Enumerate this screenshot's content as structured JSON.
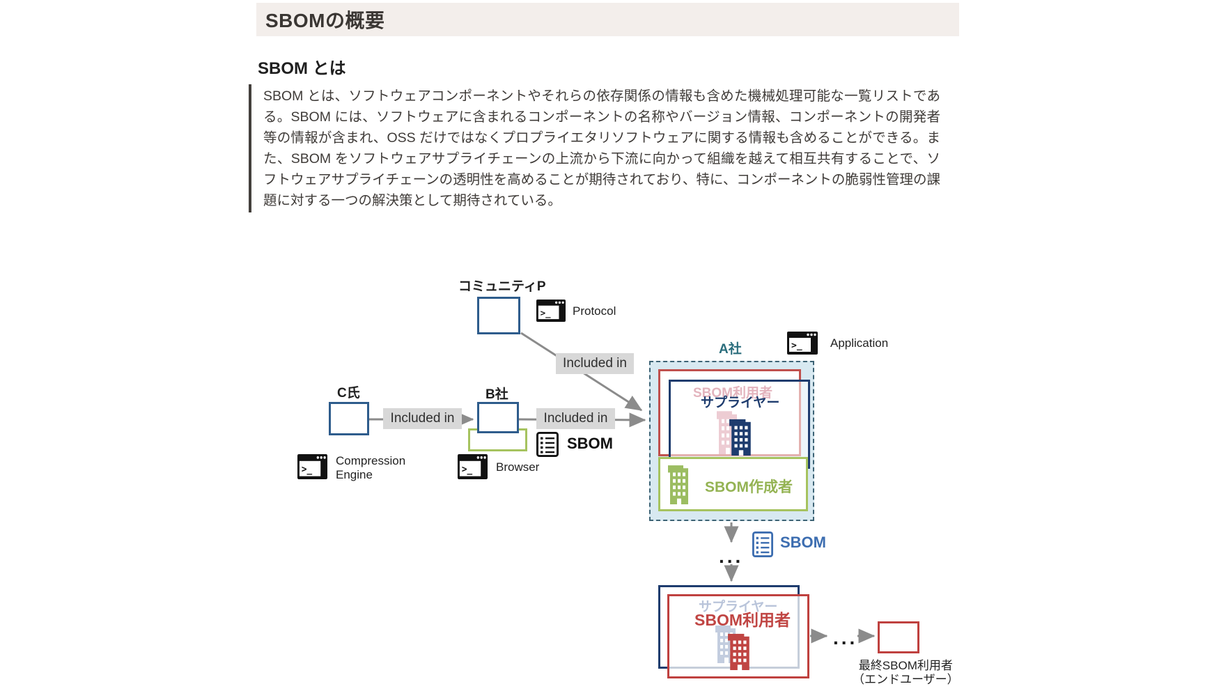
{
  "page": {
    "title": "SBOMの概要",
    "heading": "SBOM とは",
    "quote": "SBOM とは、ソフトウェアコンポーネントやそれらの依存関係の情報も含めた機械処理可能な一覧リストである。SBOM には、ソフトウェアに含まれるコンポーネントの名称やバージョン情報、コンポーネントの開発者等の情報が含まれ、OSS だけではなくプロプライエタリソフトウェアに関する情報も含めることができる。また、SBOM をソフトウェアサプライチェーンの上流から下流に向かって組織を越えて相互共有することで、ソフトウェアサプライチェーンの透明性を高めることが期待されており、特に、コンポーネントの脆弱性管理の課題に対する一つの解決策として期待されている。"
  },
  "diagram": {
    "community_label": "コミュニティP",
    "protocol_label": "Protocol",
    "application_label": "Application",
    "company_a_label": "A社",
    "sbom_user_a": "SBOM利用者",
    "supplier_a": "サプライヤー",
    "sbom_author": "SBOM作成者",
    "person_c_label": "C氏",
    "company_b_label": "B社",
    "included_in_1": "Included in",
    "included_in_2": "Included in",
    "included_in_3": "Included in",
    "sbom_label_b": "SBOM",
    "sbom_label_flow": "SBOM",
    "compression_line1": "Compression",
    "compression_line2": "Engine",
    "browser_label": "Browser",
    "supplier_down": "サプライヤー",
    "sbom_user_down": "SBOM利用者",
    "end_user_line1": "最終SBOM利用者",
    "end_user_line2": "（エンドユーザー）",
    "dots_vertical": "...",
    "dots_horizontal": "..."
  },
  "colors": {
    "steel_blue_border": "#2e5c8c",
    "navy": "#1e3c6e",
    "red": "#c0504d",
    "red_text": "#c04543",
    "pink_faded_text": "#e3b3bd",
    "pink_building": "#edccd3",
    "green_border": "#a6c35f",
    "green_text": "#94b353",
    "teal_label": "#2a6d7c",
    "dashed_border": "#3d6375",
    "dashed_fill": "#d8e9f1",
    "faded_supplier_text": "#b9c4da",
    "gray_blue_building": "#c3cddf",
    "blue_sbom": "#3c6db0",
    "arrow_gray": "#8b8b8b",
    "label_bg": "#d8d8d8",
    "title_bar_bg": "#f3eeeb"
  }
}
